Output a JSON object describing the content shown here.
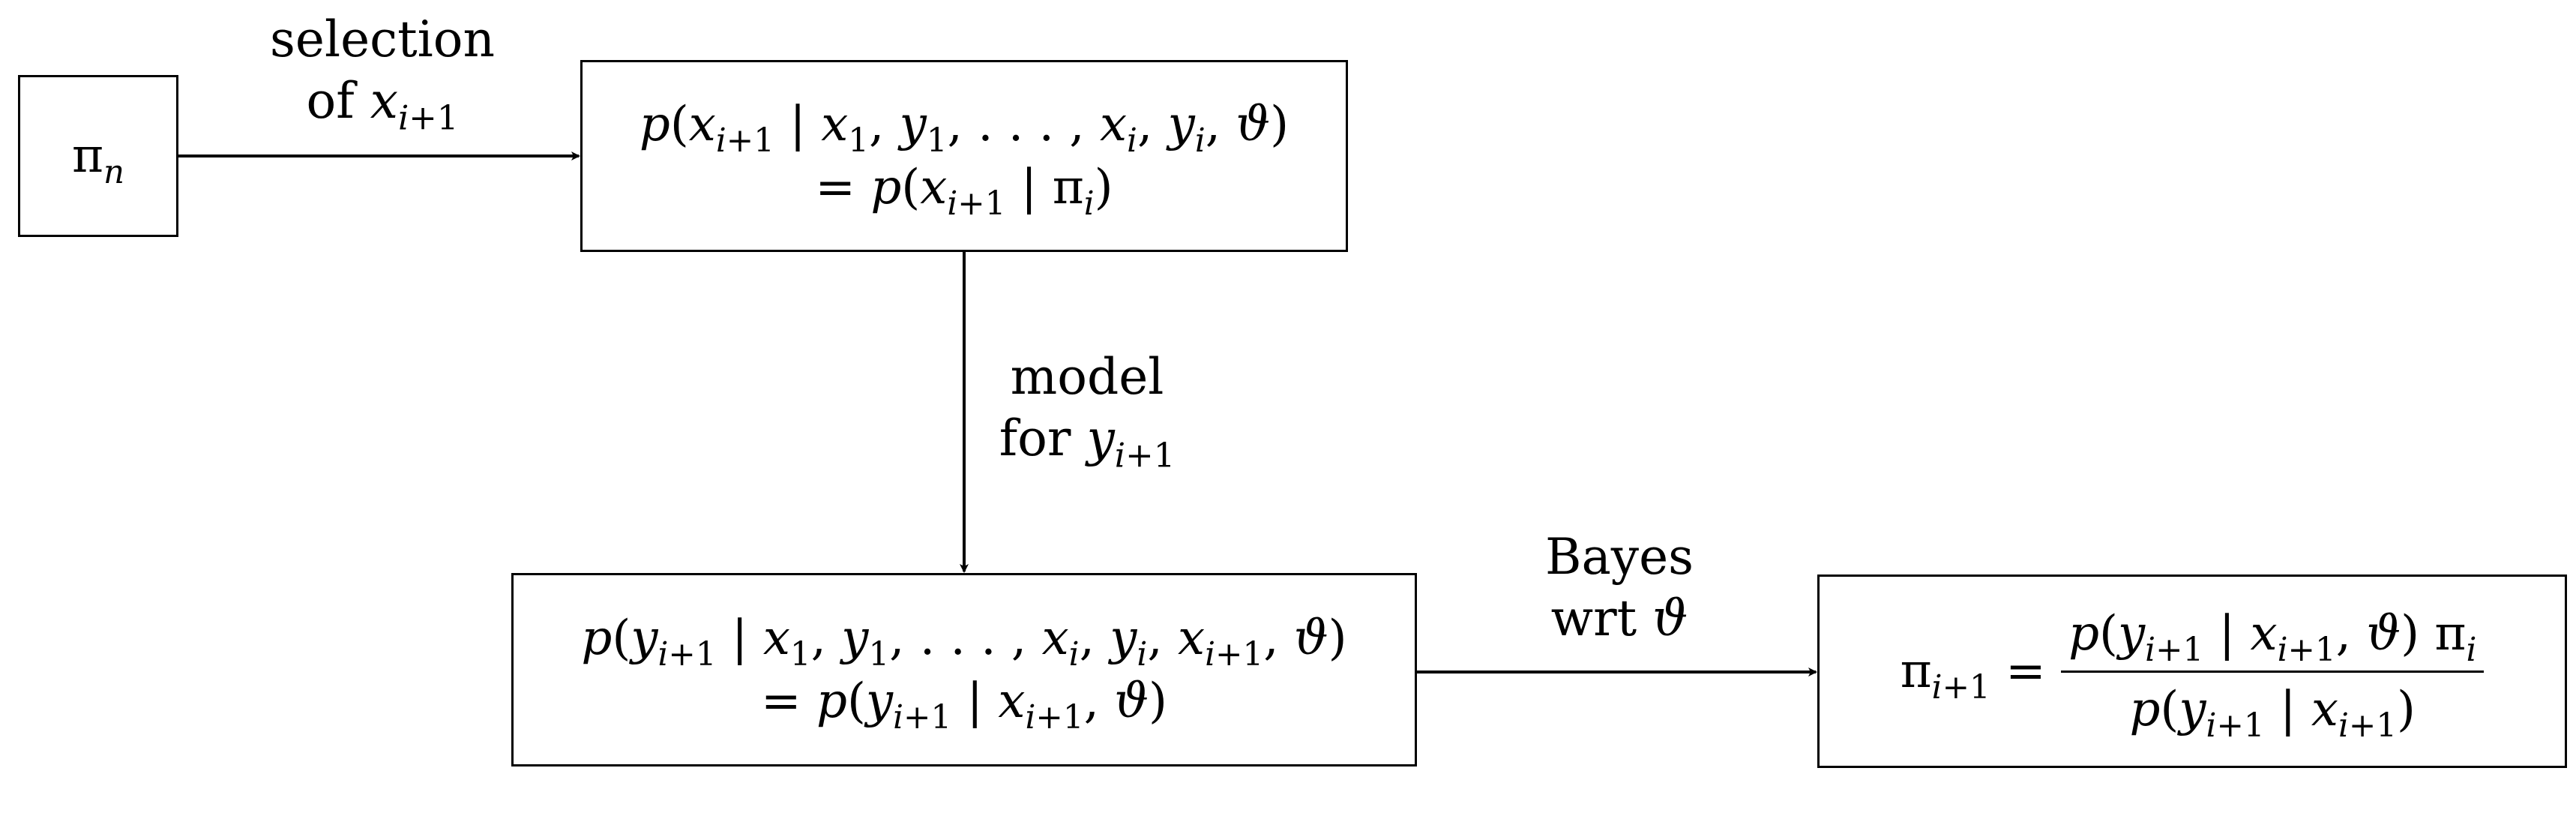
{
  "nodes": {
    "prior": {
      "line1": "πn"
    },
    "selection": {
      "line1": "p(xi+1 | x1, y1, . . . , xi, yi, ϑ)",
      "line2": "= p(xi+1 | πi)"
    },
    "model": {
      "line1": "p(yi+1 | x1, y1, . . . , xi, yi, xi+1, ϑ)",
      "line2": "= p(yi+1 | xi+1, ϑ)"
    },
    "posterior": {
      "lhs": "πi+1 =",
      "numerator": "p(yi+1 | xi+1, ϑ) πi",
      "denominator": "p(yi+1 | xi+1)"
    }
  },
  "edges": {
    "selection_label": {
      "line1": "selection",
      "line2": "of xi+1"
    },
    "model_label": {
      "line1": "model",
      "line2": "for yi+1"
    },
    "bayes_label": {
      "line1": "Bayes",
      "line2": "wrt ϑ"
    }
  },
  "colors": {
    "stroke": "#000000",
    "background": "#ffffff"
  }
}
